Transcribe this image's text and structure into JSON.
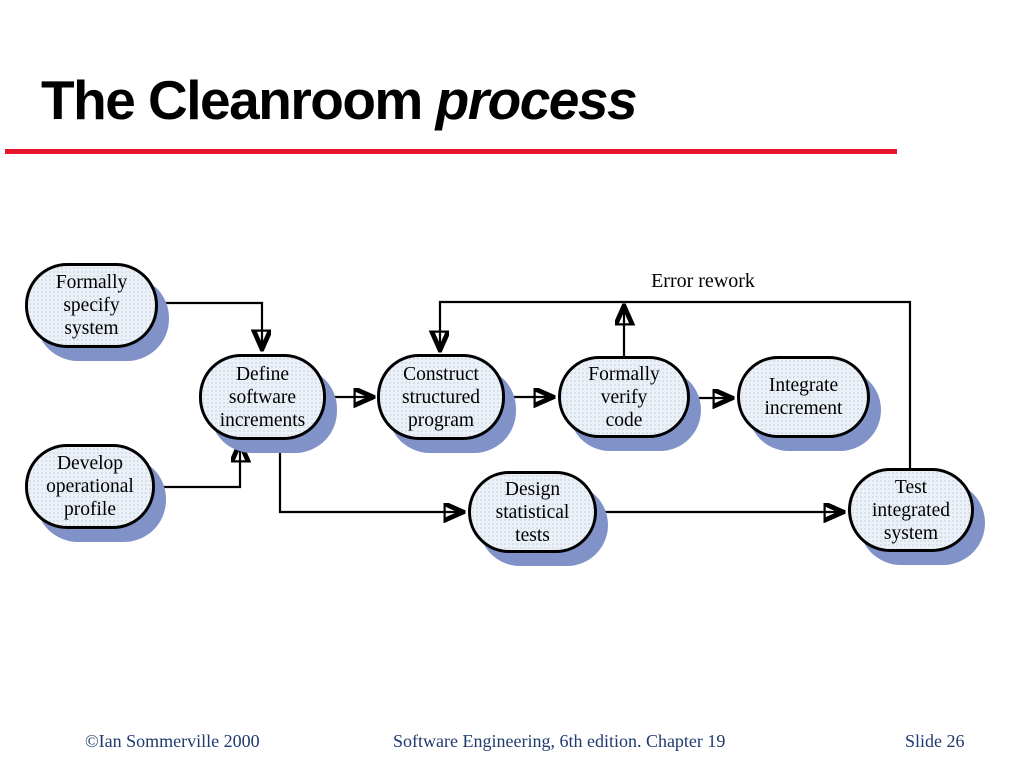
{
  "slide": {
    "title_regular": "The Cleanroom ",
    "title_italic": "process",
    "accent_color": "#e8132d"
  },
  "diagram": {
    "error_rework_label": "Error rework",
    "node_fill_color": "#ecf1f7",
    "node_shadow_color": "#8092c8",
    "line_color": "#000000",
    "nodes": [
      {
        "id": "formally-specify-system",
        "label": "Formally\nspecify\nsystem"
      },
      {
        "id": "develop-operational-profile",
        "label": "Develop\noperational\nprofile"
      },
      {
        "id": "define-software-increments",
        "label": "Define\nsoftware\nincrements"
      },
      {
        "id": "construct-structured-program",
        "label": "Construct\nstructured\nprogram"
      },
      {
        "id": "formally-verify-code",
        "label": "Formally\nverify\ncode"
      },
      {
        "id": "integrate-increment",
        "label": "Integrate\nincrement"
      },
      {
        "id": "design-statistical-tests",
        "label": "Design\nstatistical\ntests"
      },
      {
        "id": "test-integrated-system",
        "label": "Test\nintegrated\nsystem"
      }
    ]
  },
  "footer": {
    "copyright": "©Ian Sommerville 2000",
    "center": "Software Engineering, 6th edition. Chapter 19",
    "slide_number": "Slide 26"
  }
}
